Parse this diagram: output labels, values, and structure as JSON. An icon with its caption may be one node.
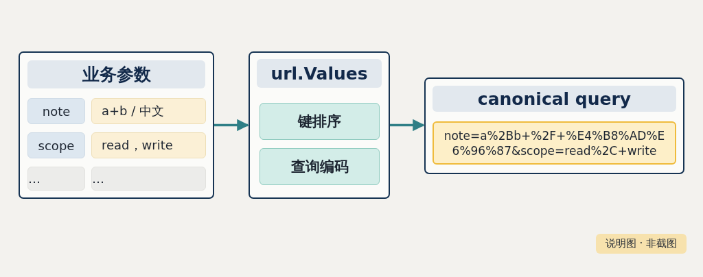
{
  "diagram": {
    "nodes": [
      {
        "text": [
          "业务参数"
        ]
      },
      {
        "text": [
          "note"
        ],
        "in": 0
      },
      {
        "text": [
          "a+b / 中文"
        ],
        "in": 0
      },
      {
        "text": [
          "scope"
        ],
        "in": 0
      },
      {
        "text": [
          "read，write"
        ],
        "in": 0
      },
      {
        "text": [
          "…"
        ],
        "in": 0
      },
      {
        "text": [
          "…"
        ],
        "in": 0
      },
      {
        "text": [
          "url.Values"
        ]
      },
      {
        "text": [
          "键排序"
        ],
        "in": 7
      },
      {
        "text": [
          "查询编码"
        ],
        "in": 7
      },
      {
        "text": [
          "canonical query"
        ]
      },
      {
        "text": [
          "note=a%2Bb+%2F+%E4%B8%AD%E6%96%87&scope=read%2C+write"
        ],
        "in": 10
      },
      {
        "text": [
          "说明图 · 非截图"
        ]
      }
    ],
    "edges": [
      {
        "from": 0,
        "to": 7,
        "arrow": "to"
      },
      {
        "from": 7,
        "to": 10,
        "arrow": "to"
      }
    ]
  }
}
